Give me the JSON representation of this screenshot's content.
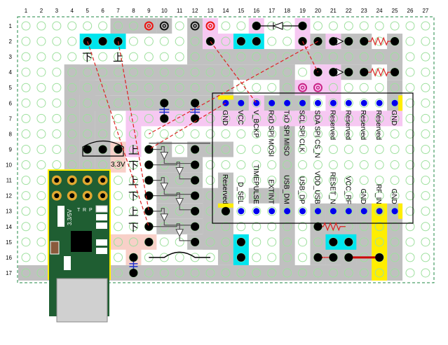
{
  "title": "Stripboard layout",
  "grid": {
    "columns": [
      "1",
      "2",
      "3",
      "4",
      "5",
      "6",
      "7",
      "8",
      "9",
      "10",
      "11",
      "12",
      "13",
      "14",
      "15",
      "16",
      "17",
      "18",
      "19",
      "20",
      "21",
      "22",
      "23",
      "24",
      "25",
      "26",
      "27"
    ],
    "rows": [
      "1",
      "2",
      "3",
      "4",
      "5",
      "6",
      "7",
      "8",
      "9",
      "10",
      "11",
      "12",
      "13",
      "14",
      "15",
      "16",
      "17"
    ]
  },
  "colors": {
    "hole": "#9ee09e",
    "track": "#c0c0c0",
    "cyan": "#00e5ee",
    "pink": "#f6c8f2",
    "salmon": "#f8d0c8",
    "yellow": "#ffee00",
    "wire": "#dd2222",
    "module_pin": "#0000ee",
    "pcb_green": "#1f5e32",
    "border": "#228844"
  },
  "tracks": [
    {
      "r1": 1,
      "c1": 7,
      "r2": 1,
      "c2": 9
    },
    {
      "r1": 1,
      "c1": 10,
      "r2": 1,
      "c2": 10
    },
    {
      "r1": 1,
      "c1": 12,
      "r2": 3,
      "c2": 12
    },
    {
      "r1": 3,
      "c1": 12,
      "r2": 3,
      "c2": 25
    },
    {
      "r1": 2,
      "c1": 20,
      "r2": 2,
      "c2": 20
    },
    {
      "r1": 2,
      "c1": 22,
      "r2": 2,
      "c2": 23
    },
    {
      "r1": 2,
      "c1": 25,
      "r2": 4,
      "c2": 25
    },
    {
      "r1": 4,
      "c1": 4,
      "r2": 4,
      "c2": 18
    },
    {
      "r1": 4,
      "c1": 18,
      "r2": 17,
      "c2": 18
    },
    {
      "r1": 4,
      "c1": 4,
      "r2": 17,
      "c2": 4
    },
    {
      "r1": 4,
      "c1": 22,
      "r2": 4,
      "c2": 23
    },
    {
      "r1": 5,
      "c1": 5,
      "r2": 5,
      "c2": 14
    },
    {
      "r1": 5,
      "c1": 5,
      "r2": 16,
      "c2": 5
    },
    {
      "r1": 6,
      "c1": 6,
      "r2": 6,
      "c2": 13
    },
    {
      "r1": 6,
      "c1": 6,
      "r2": 16,
      "c2": 6
    },
    {
      "r1": 5,
      "c1": 25,
      "r2": 6,
      "c2": 25
    },
    {
      "r1": 9,
      "c1": 10,
      "r2": 9,
      "c2": 10
    },
    {
      "r1": 9,
      "c1": 12,
      "r2": 9,
      "c2": 14
    },
    {
      "r1": 10,
      "c1": 10,
      "r2": 10,
      "c2": 12
    },
    {
      "r1": 11,
      "c1": 10,
      "r2": 11,
      "c2": 12
    },
    {
      "r1": 12,
      "c1": 10,
      "r2": 12,
      "c2": 12
    },
    {
      "r1": 13,
      "c1": 10,
      "r2": 13,
      "c2": 12
    },
    {
      "r1": 14,
      "c1": 10,
      "r2": 14,
      "c2": 12
    },
    {
      "r1": 15,
      "c1": 12,
      "r2": 15,
      "c2": 13
    },
    {
      "r1": 12,
      "c1": 13,
      "r2": 15,
      "c2": 13
    },
    {
      "r1": 11,
      "c1": 14,
      "r2": 16,
      "c2": 14
    },
    {
      "r1": 17,
      "c1": 1,
      "r2": 17,
      "c2": 23
    },
    {
      "r1": 13,
      "c1": 20,
      "r2": 16,
      "c2": 20
    },
    {
      "r1": 13,
      "c1": 21,
      "r2": 16,
      "c2": 22
    },
    {
      "r1": 13,
      "c1": 22,
      "r2": 17,
      "c2": 22
    },
    {
      "r1": 13,
      "c1": 23,
      "r2": 17,
      "c2": 23
    },
    {
      "r1": 13,
      "c1": 25,
      "r2": 17,
      "c2": 25
    },
    {
      "r1": 6,
      "c1": 14,
      "r2": 6,
      "c2": 19
    },
    {
      "r1": 12,
      "c1": 16,
      "r2": 12,
      "c2": 17
    }
  ],
  "highlights": [
    {
      "color": "cyan",
      "r1": 2,
      "c1": 5,
      "r2": 2,
      "c2": 7
    },
    {
      "color": "cyan",
      "r1": 2,
      "c1": 15,
      "r2": 2,
      "c2": 16
    },
    {
      "color": "cyan",
      "r1": 15,
      "c1": 21,
      "r2": 15,
      "c2": 22
    },
    {
      "color": "cyan",
      "r1": 15,
      "c1": 15,
      "r2": 16,
      "c2": 15
    },
    {
      "color": "pink",
      "r1": 1,
      "c1": 13,
      "r2": 2,
      "c2": 13
    },
    {
      "color": "pink",
      "r1": 2,
      "c1": 14,
      "r2": 2,
      "c2": 14
    },
    {
      "color": "pink",
      "r1": 1,
      "c1": 16,
      "r2": 1,
      "c2": 16
    },
    {
      "color": "pink",
      "r1": 1,
      "c1": 19,
      "r2": 2,
      "c2": 19
    },
    {
      "color": "pink",
      "r1": 2,
      "c1": 21,
      "r2": 2,
      "c2": 21
    },
    {
      "color": "pink",
      "r1": 4,
      "c1": 20,
      "r2": 4,
      "c2": 21
    },
    {
      "color": "pink",
      "r1": 4,
      "c1": 21,
      "r2": 6,
      "c2": 21
    },
    {
      "color": "pink",
      "r1": 5,
      "c1": 19,
      "r2": 5,
      "c2": 20
    },
    {
      "color": "pink",
      "r1": 7,
      "c1": 8,
      "r2": 7,
      "c2": 25
    },
    {
      "color": "pink",
      "r1": 7,
      "c1": 8,
      "r2": 9,
      "c2": 8
    },
    {
      "color": "pink",
      "r1": 6,
      "c1": 16,
      "r2": 6,
      "c2": 16
    },
    {
      "color": "salmon",
      "r1": 9,
      "c1": 7,
      "r2": 10,
      "c2": 7
    },
    {
      "color": "salmon",
      "r1": 15,
      "c1": 7,
      "r2": 15,
      "c2": 9
    },
    {
      "color": "salmon",
      "r1": 15,
      "c1": 8,
      "r2": 16,
      "c2": 8
    },
    {
      "color": "yellow",
      "r1": 13,
      "c1": 24,
      "r2": 17,
      "c2": 24
    }
  ],
  "pads": [
    {
      "r": 2,
      "c": 5
    },
    {
      "r": 2,
      "c": 6
    },
    {
      "r": 2,
      "c": 7
    },
    {
      "r": 2,
      "c": 13
    },
    {
      "r": 2,
      "c": 15
    },
    {
      "r": 2,
      "c": 16
    },
    {
      "r": 1,
      "c": 16
    },
    {
      "r": 1,
      "c": 19
    },
    {
      "r": 2,
      "c": 19
    },
    {
      "r": 2,
      "c": 20
    },
    {
      "r": 2,
      "c": 21
    },
    {
      "r": 2,
      "c": 22
    },
    {
      "r": 2,
      "c": 23
    },
    {
      "r": 2,
      "c": 25
    },
    {
      "r": 4,
      "c": 20
    },
    {
      "r": 4,
      "c": 21
    },
    {
      "r": 4,
      "c": 22
    },
    {
      "r": 4,
      "c": 23
    },
    {
      "r": 4,
      "c": 25
    },
    {
      "r": 6,
      "c": 10
    },
    {
      "r": 7,
      "c": 10
    },
    {
      "r": 6,
      "c": 12
    },
    {
      "r": 7,
      "c": 12
    },
    {
      "r": 9,
      "c": 5
    },
    {
      "r": 9,
      "c": 6
    },
    {
      "r": 9,
      "c": 7
    },
    {
      "r": 9,
      "c": 9
    },
    {
      "r": 9,
      "c": 12
    },
    {
      "r": 10,
      "c": 9
    },
    {
      "r": 10,
      "c": 12
    },
    {
      "r": 11,
      "c": 9
    },
    {
      "r": 11,
      "c": 12
    },
    {
      "r": 12,
      "c": 9
    },
    {
      "r": 12,
      "c": 12
    },
    {
      "r": 13,
      "c": 9
    },
    {
      "r": 13,
      "c": 12
    },
    {
      "r": 14,
      "c": 9
    },
    {
      "r": 14,
      "c": 12
    },
    {
      "r": 15,
      "c": 9
    },
    {
      "r": 15,
      "c": 12
    },
    {
      "r": 16,
      "c": 8
    },
    {
      "r": 17,
      "c": 8
    },
    {
      "r": 15,
      "c": 15
    },
    {
      "r": 16,
      "c": 15
    },
    {
      "r": 14,
      "c": 20
    },
    {
      "r": 15,
      "c": 21
    },
    {
      "r": 15,
      "c": 22
    },
    {
      "r": 16,
      "c": 20
    },
    {
      "r": 16,
      "c": 21
    },
    {
      "r": 16,
      "c": 22
    },
    {
      "r": 16,
      "c": 24
    },
    {
      "r": 13,
      "c": 14
    }
  ],
  "terminals": [
    {
      "r": 1,
      "c": 9,
      "color": "#ee1111"
    },
    {
      "r": 1,
      "c": 10,
      "color": "#111111"
    },
    {
      "r": 1,
      "c": 12,
      "color": "#111111"
    },
    {
      "r": 1,
      "c": 13,
      "color": "#ee1111"
    },
    {
      "r": 5,
      "c": 19,
      "color": "#cc2288"
    },
    {
      "r": 5,
      "c": 20,
      "color": "#cc2288"
    }
  ],
  "jumpers": [
    {
      "from": {
        "r": 2,
        "c": 5
      },
      "to": {
        "r": 14,
        "c": 9
      }
    },
    {
      "from": {
        "r": 2,
        "c": 7
      },
      "to": {
        "r": 13,
        "c": 9
      }
    },
    {
      "from": {
        "r": 2,
        "c": 13
      },
      "to": {
        "r": 6,
        "c": 16
      }
    },
    {
      "from": {
        "r": 2,
        "c": 19
      },
      "to": {
        "r": 4,
        "c": 20
      }
    },
    {
      "from": {
        "r": 2,
        "c": 20
      },
      "to": {
        "r": 8,
        "c": 9
      }
    },
    {
      "from": {
        "r": 6,
        "c": 14
      },
      "to": {
        "r": 9,
        "c": 9
      }
    }
  ],
  "kanji_labels": [
    {
      "r": 3,
      "c": 5,
      "text": "下"
    },
    {
      "r": 3,
      "c": 7,
      "text": "上"
    },
    {
      "r": 9,
      "c": 8,
      "text": "上"
    },
    {
      "r": 10,
      "c": 8,
      "text": "下"
    },
    {
      "r": 11,
      "c": 8,
      "text": "上"
    },
    {
      "r": 12,
      "c": 8,
      "text": "下"
    },
    {
      "r": 13,
      "c": 8,
      "text": "上"
    },
    {
      "r": 14,
      "c": 8,
      "text": "下"
    }
  ],
  "regulator_label": "3.3V",
  "usb_module": {
    "voltage_label": "3.3/5V",
    "pin_labels": [
      "T",
      "R",
      "P"
    ]
  },
  "gps_module": {
    "top_pins": [
      "GND",
      "VCC",
      "V_BCKP",
      "RxD SPI MOSI",
      "TxD SPI MISO",
      "SCL SPI CLK",
      "SDA SPI CS_N",
      "Reserved",
      "Reserved",
      "Reserved",
      "Reserved",
      "GND"
    ],
    "bottom_pins": [
      "Reserved",
      "D_SEL",
      "TIMEPULSE",
      "EXTINT",
      "USB_DM",
      "USB_DP",
      "VDD_USB",
      "RESET_N",
      "VCC_RF",
      "GND",
      "RF_IN",
      "GND"
    ]
  }
}
